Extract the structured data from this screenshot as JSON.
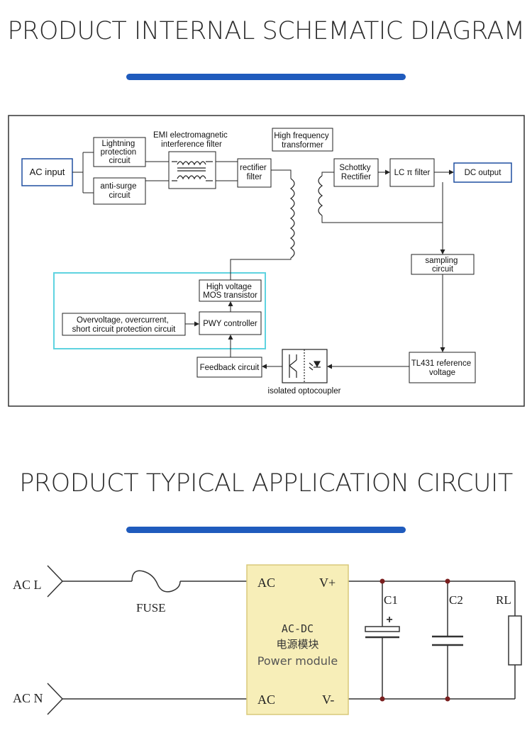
{
  "section1": {
    "title": "PRODUCT INTERNAL SCHEMATIC DIAGRAM",
    "labels": {
      "ac_input": "AC input",
      "lightning": [
        "Lightning",
        "protection",
        "circuit"
      ],
      "anti_surge": [
        "anti-surge",
        "circuit"
      ],
      "emi": [
        "EMI electromagnetic",
        "interference filter"
      ],
      "rectifier": [
        "rectifier",
        "filter"
      ],
      "hf_transformer": [
        "High frequency",
        "transformer"
      ],
      "schottky": [
        "Schottky",
        "Rectifier"
      ],
      "lc_filter": "LC π filter",
      "dc_output": "DC output",
      "sampling": [
        "sampling",
        "circuit"
      ],
      "mos": [
        "High voltage",
        "MOS transistor"
      ],
      "protection": [
        "Overvoltage, overcurrent,",
        "short circuit protection circuit"
      ],
      "pwy": "PWY controller",
      "feedback": "Feedback circuit",
      "optocoupler": "isolated optocoupler",
      "tl431": [
        "TL431 reference",
        "voltage"
      ]
    },
    "colors": {
      "box_line": "#222222",
      "block_line": "#1f4fa0",
      "highlight": "#5fd3e0"
    }
  },
  "section2": {
    "title": "PRODUCT TYPICAL APPLICATION CIRCUIT",
    "labels": {
      "ac_l": "AC L",
      "ac_n": "AC N",
      "fuse": "FUSE",
      "ac_top": "AC",
      "ac_bottom": "AC",
      "v_plus": "V+",
      "v_minus": "V-",
      "module_line1": "AC-DC",
      "module_line2": "电源模块",
      "module_line3": "Power module",
      "c1": "C1",
      "c1_polarity": "+",
      "c2": "C2",
      "rl": "RL"
    },
    "colors": {
      "module_fill": "#f7eeb8",
      "module_border": "#d9c97a",
      "node": "#7a1f1f"
    }
  }
}
